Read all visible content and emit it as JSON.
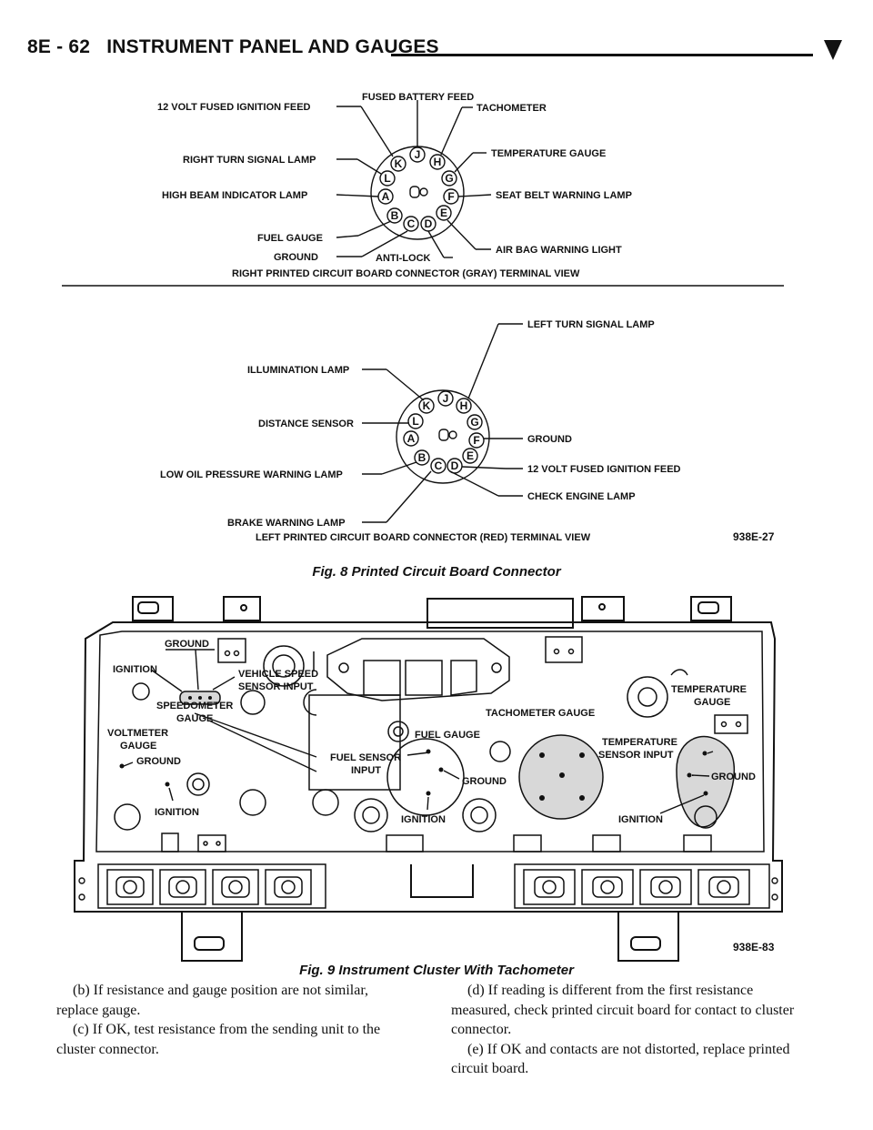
{
  "header": {
    "page_ref": "8E - 62",
    "section_title": "INSTRUMENT PANEL AND GAUGES"
  },
  "fig8": {
    "caption": "Fig. 8 Printed Circuit Board Connector",
    "code": "938E-27",
    "right_connector": {
      "view_title": "RIGHT PRINTED CIRCUIT BOARD CONNECTOR (GRAY) TERMINAL VIEW",
      "labels": {
        "fused_battery_feed": "FUSED BATTERY FEED",
        "ignition_feed": "12 VOLT FUSED IGNITION FEED",
        "tachometer": "TACHOMETER",
        "temperature_gauge": "TEMPERATURE GAUGE",
        "right_turn": "RIGHT TURN SIGNAL LAMP",
        "high_beam": "HIGH BEAM INDICATOR LAMP",
        "seat_belt": "SEAT BELT WARNING LAMP",
        "fuel_gauge": "FUEL GAUGE",
        "ground": "GROUND",
        "anti_lock": "ANTI-LOCK",
        "air_bag": "AIR BAG WARNING LIGHT"
      }
    },
    "left_connector": {
      "view_title": "LEFT PRINTED CIRCUIT BOARD CONNECTOR (RED) TERMINAL VIEW",
      "labels": {
        "left_turn": "LEFT TURN SIGNAL LAMP",
        "illumination": "ILLUMINATION LAMP",
        "distance_sensor": "DISTANCE SENSOR",
        "ground": "GROUND",
        "ignition_feed": "12 VOLT FUSED IGNITION FEED",
        "low_oil": "LOW OIL PRESSURE WARNING LAMP",
        "check_engine": "CHECK ENGINE LAMP",
        "brake": "BRAKE WARNING LAMP"
      }
    },
    "pins": {
      "a": "A",
      "b": "B",
      "c": "C",
      "d": "D",
      "e": "E",
      "f": "F",
      "g": "G",
      "h": "H",
      "j": "J",
      "k": "K",
      "l": "L"
    }
  },
  "fig9": {
    "caption": "Fig. 9 Instrument Cluster With Tachometer",
    "code": "938E-83",
    "labels": {
      "ground_top": "GROUND",
      "ignition_left": "IGNITION",
      "vss_1": "VEHICLE SPEED",
      "vss_2": "SENSOR INPUT",
      "speedo_1": "SPEEDOMETER",
      "speedo_2": "GAUGE",
      "voltmeter_1": "VOLTMETER",
      "voltmeter_2": "GAUGE",
      "ground_volt": "GROUND",
      "ignition_volt": "IGNITION",
      "fuel_gauge": "FUEL GAUGE",
      "fuel_sensor_1": "FUEL SENSOR",
      "fuel_sensor_2": "INPUT",
      "ground_fuel": "GROUND",
      "ignition_fuel": "IGNITION",
      "tachometer_gauge": "TACHOMETER GAUGE",
      "temperature_1": "TEMPERATURE",
      "temperature_2": "GAUGE",
      "temp_sensor_1": "TEMPERATURE",
      "temp_sensor_2": "SENSOR INPUT",
      "ground_temp": "GROUND",
      "ignition_temp": "IGNITION"
    }
  },
  "body": {
    "left": [
      "(b) If resistance and gauge position are not similar, replace gauge.",
      "(c) If OK, test resistance from the sending unit to the cluster connector."
    ],
    "right": [
      "(d) If reading is different from the first resistance measured, check printed circuit board for contact to cluster connector.",
      "(e) If OK and contacts are not distorted, replace printed circuit board."
    ]
  }
}
